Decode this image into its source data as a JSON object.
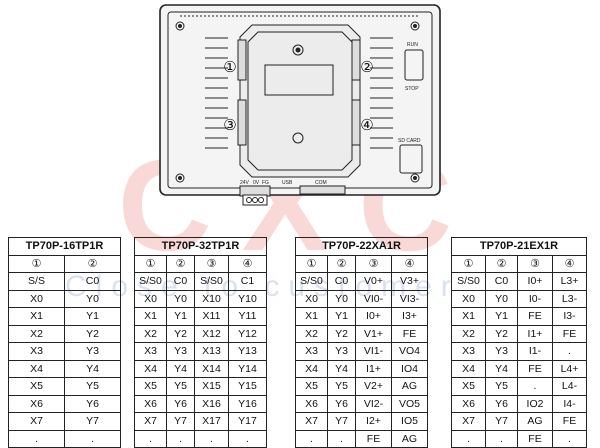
{
  "panel": {
    "port_labels": [
      "①",
      "②",
      "③",
      "④"
    ],
    "side_labels": [
      "RUN",
      "STOP",
      "SD CARD"
    ],
    "bottom_labels": [
      "24V",
      "0V",
      "FG",
      "USB",
      "COM"
    ]
  },
  "watermark": {
    "logo": "CXC",
    "text": "Close to customer"
  },
  "tables": [
    {
      "title": "TP70P-16TP1R",
      "headers": [
        "①",
        "②"
      ],
      "rows": [
        [
          "S/S",
          "C0"
        ],
        [
          "X0",
          "Y0"
        ],
        [
          "X1",
          "Y1"
        ],
        [
          "X2",
          "Y2"
        ],
        [
          "X3",
          "Y3"
        ],
        [
          "X4",
          "Y4"
        ],
        [
          "X5",
          "Y5"
        ],
        [
          "X6",
          "Y6"
        ],
        [
          "X7",
          "Y7"
        ],
        [
          ".",
          "."
        ]
      ]
    },
    {
      "title": "TP70P-32TP1R",
      "headers": [
        "①",
        "②",
        "③",
        "④"
      ],
      "rows": [
        [
          "S/S0",
          "C0",
          "S/S0",
          "C1"
        ],
        [
          "X0",
          "Y0",
          "X10",
          "Y10"
        ],
        [
          "X1",
          "Y1",
          "X11",
          "Y11"
        ],
        [
          "X2",
          "Y2",
          "X12",
          "Y12"
        ],
        [
          "X3",
          "Y3",
          "X13",
          "Y13"
        ],
        [
          "X4",
          "Y4",
          "X14",
          "Y14"
        ],
        [
          "X5",
          "Y5",
          "X15",
          "Y15"
        ],
        [
          "X6",
          "Y6",
          "X16",
          "Y16"
        ],
        [
          "X7",
          "Y7",
          "X17",
          "Y17"
        ],
        [
          ".",
          ".",
          ".",
          "."
        ]
      ]
    },
    {
      "title": "TP70P-22XA1R",
      "headers": [
        "①",
        "②",
        "③",
        "④"
      ],
      "rows": [
        [
          "S/S0",
          "C0",
          "V0+",
          "V3+"
        ],
        [
          "X0",
          "Y0",
          "VI0-",
          "VI3-"
        ],
        [
          "X1",
          "Y1",
          "I0+",
          "I3+"
        ],
        [
          "X2",
          "Y2",
          "V1+",
          "FE"
        ],
        [
          "X3",
          "Y3",
          "VI1-",
          "VO4"
        ],
        [
          "X4",
          "Y4",
          "I1+",
          "IO4"
        ],
        [
          "X5",
          "Y5",
          "V2+",
          "AG"
        ],
        [
          "X6",
          "Y6",
          "VI2-",
          "VO5"
        ],
        [
          "X7",
          "Y7",
          "I2+",
          "IO5"
        ],
        [
          ".",
          ".",
          "FE",
          "AG"
        ]
      ]
    },
    {
      "title": "TP70P-21EX1R",
      "headers": [
        "①",
        "②",
        "③",
        "④"
      ],
      "rows": [
        [
          "S/S0",
          "C0",
          "I0+",
          "L3+"
        ],
        [
          "X0",
          "Y0",
          "I0-",
          "L3-"
        ],
        [
          "X1",
          "Y1",
          "FE",
          "I3-"
        ],
        [
          "X2",
          "Y2",
          "I1+",
          "FE"
        ],
        [
          "X3",
          "Y3",
          "I1-",
          "."
        ],
        [
          "X4",
          "Y4",
          "FE",
          "L4+"
        ],
        [
          "X5",
          "Y5",
          ".",
          "L4-"
        ],
        [
          "X6",
          "Y6",
          "IO2",
          "I4-"
        ],
        [
          "X7",
          "Y7",
          "AG",
          "FE"
        ],
        [
          ".",
          ".",
          "FE",
          "."
        ]
      ]
    }
  ]
}
